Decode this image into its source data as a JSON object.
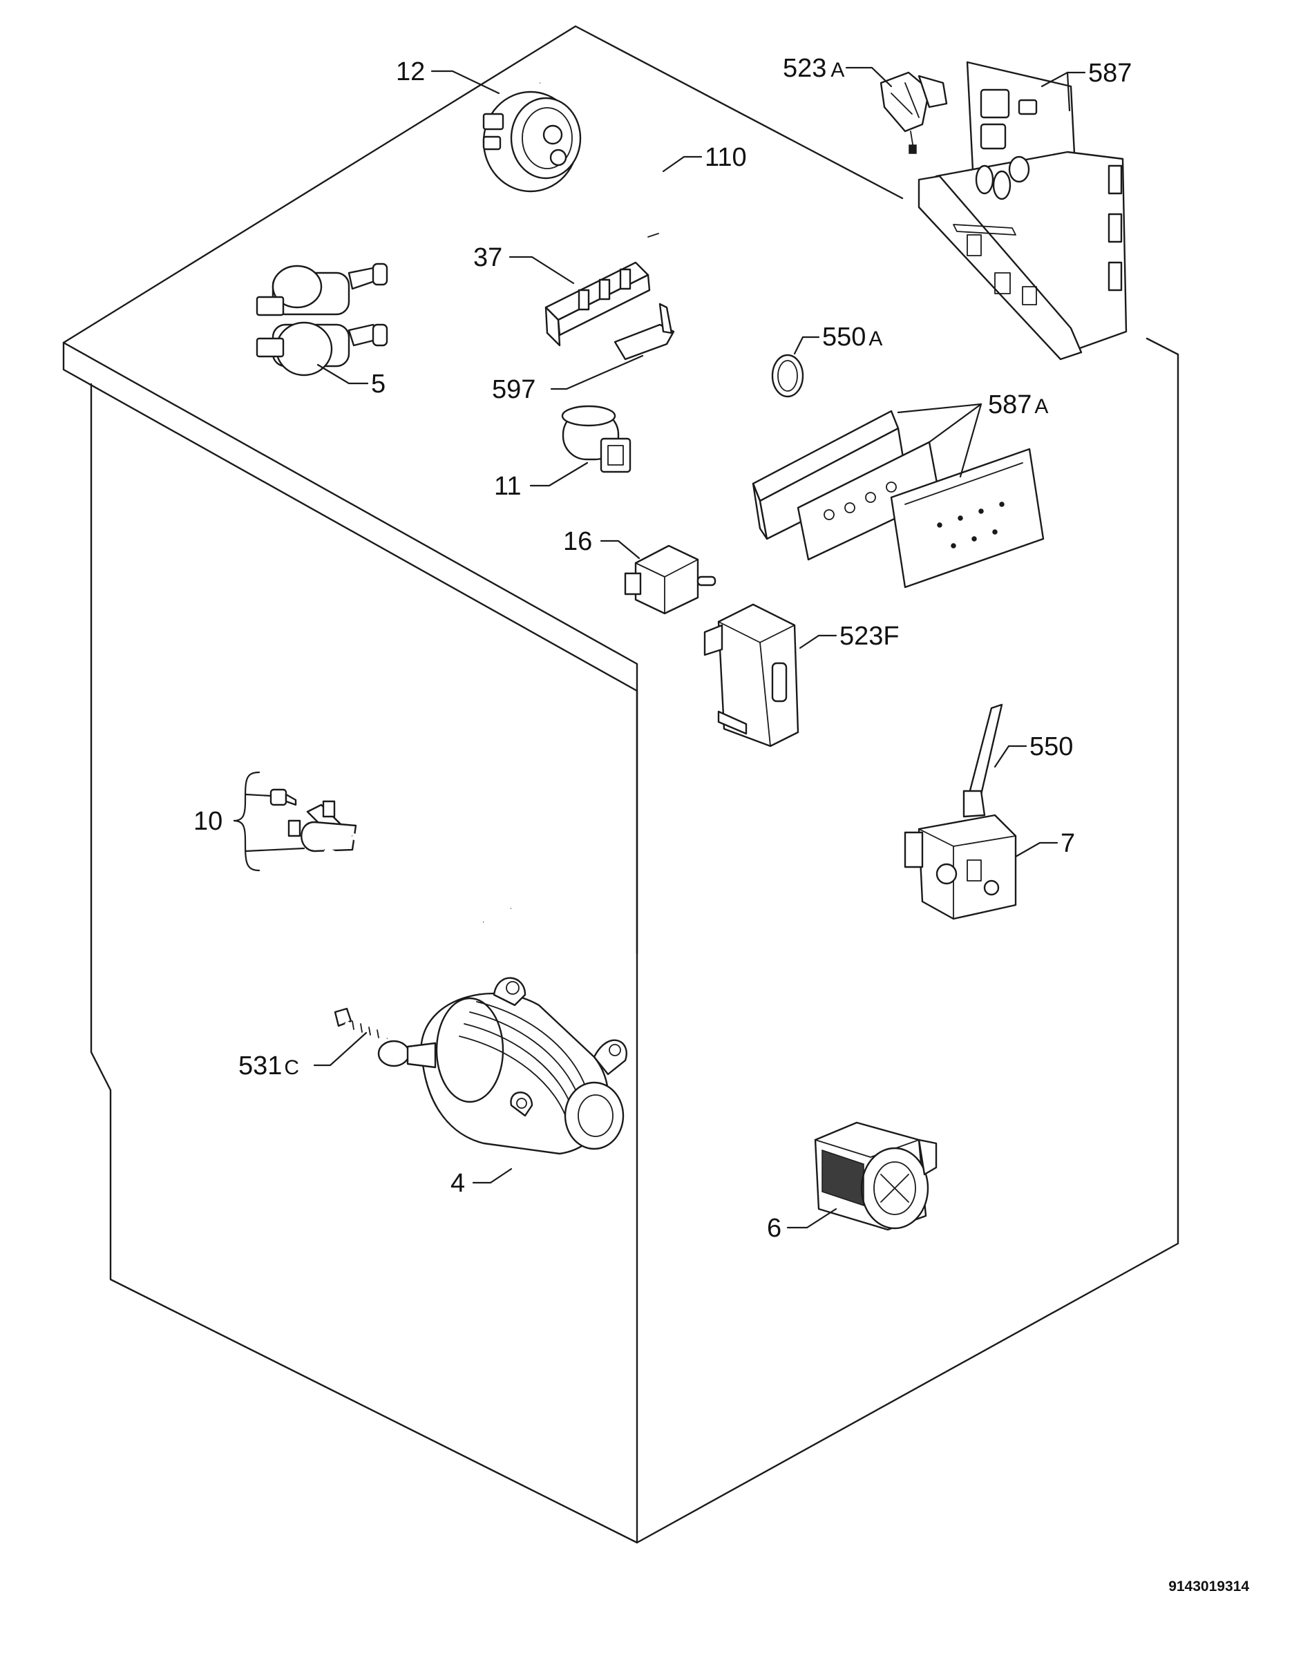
{
  "callouts": {
    "p12": "12",
    "p110": "110",
    "p523a_num": "523",
    "p523a_suf": "A",
    "p587": "587",
    "p37": "37",
    "p5": "5",
    "p550a_num": "550",
    "p550a_suf": "A",
    "p597": "597",
    "p587a_num": "587",
    "p587a_suf": "A",
    "p11": "11",
    "p16": "16",
    "p523f": "523F",
    "p550": "550",
    "p10": "10",
    "p7": "7",
    "p531c_num": "531",
    "p531c_suf": "C",
    "p4": "4",
    "p6": "6"
  },
  "drawing_code": "9143019314"
}
